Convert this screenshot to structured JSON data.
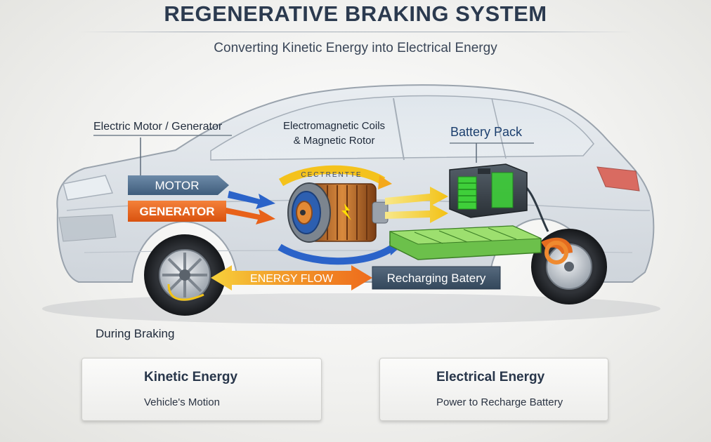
{
  "header": {
    "title": "REGENERATIVE BRAKING SYSTEM",
    "subtitle": "Converting Kinetic Energy into Electrical Energy"
  },
  "diagram": {
    "motor_generator_label": "Electric Motor / Generator",
    "coils_label_line1": "Electromagnetic Coils",
    "coils_label_line2": "& Magnetic Rotor",
    "battery_pack_label": "Battery Pack",
    "motor_tag": "MOTOR",
    "generator_tag": "GENERATOR",
    "energy_flow_tag": "ENERGY FLOW",
    "recharging_tag": "Recharging Batery",
    "rotor_ring_text": "CECTRENTTE",
    "braking_label": "During Braking"
  },
  "cards": {
    "kinetic": {
      "title": "Kinetic Energy",
      "subtitle": "Vehicle's Motion",
      "icon": "wheel-icon"
    },
    "electrical": {
      "title": "Electrical Energy",
      "subtitle": "Power to Recharge Battery",
      "icon": "battery-bolt-icon"
    }
  },
  "colors": {
    "motor_blue": "#4f6f8f",
    "generator_orange": "#e8621a",
    "energy_yellow": "#f4c21c",
    "battery_green": "#3fcf3a",
    "arrow_blue": "#2b63c9",
    "title_navy": "#2b3a4f"
  }
}
